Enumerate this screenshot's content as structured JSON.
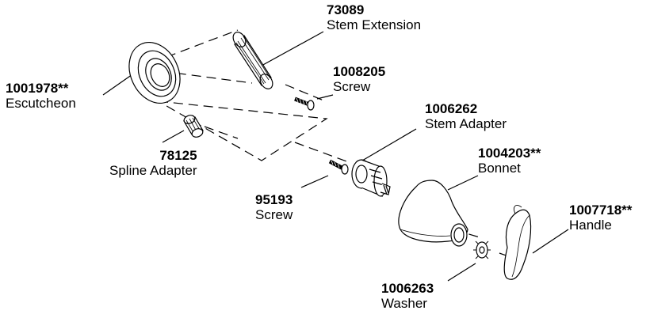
{
  "parts": [
    {
      "id": "escutcheon",
      "number": "1001978**",
      "name": "Escutcheon"
    },
    {
      "id": "stem-extension",
      "number": "73089",
      "name": "Stem Extension"
    },
    {
      "id": "screw-1",
      "number": "1008205",
      "name": "Screw"
    },
    {
      "id": "spline-adapter",
      "number": "78125",
      "name": "Spline Adapter"
    },
    {
      "id": "stem-adapter",
      "number": "1006262",
      "name": "Stem Adapter"
    },
    {
      "id": "bonnet",
      "number": "1004203**",
      "name": "Bonnet"
    },
    {
      "id": "screw-2",
      "number": "95193",
      "name": "Screw"
    },
    {
      "id": "handle",
      "number": "1007718**",
      "name": "Handle"
    },
    {
      "id": "washer",
      "number": "1006263",
      "name": "Washer"
    }
  ]
}
